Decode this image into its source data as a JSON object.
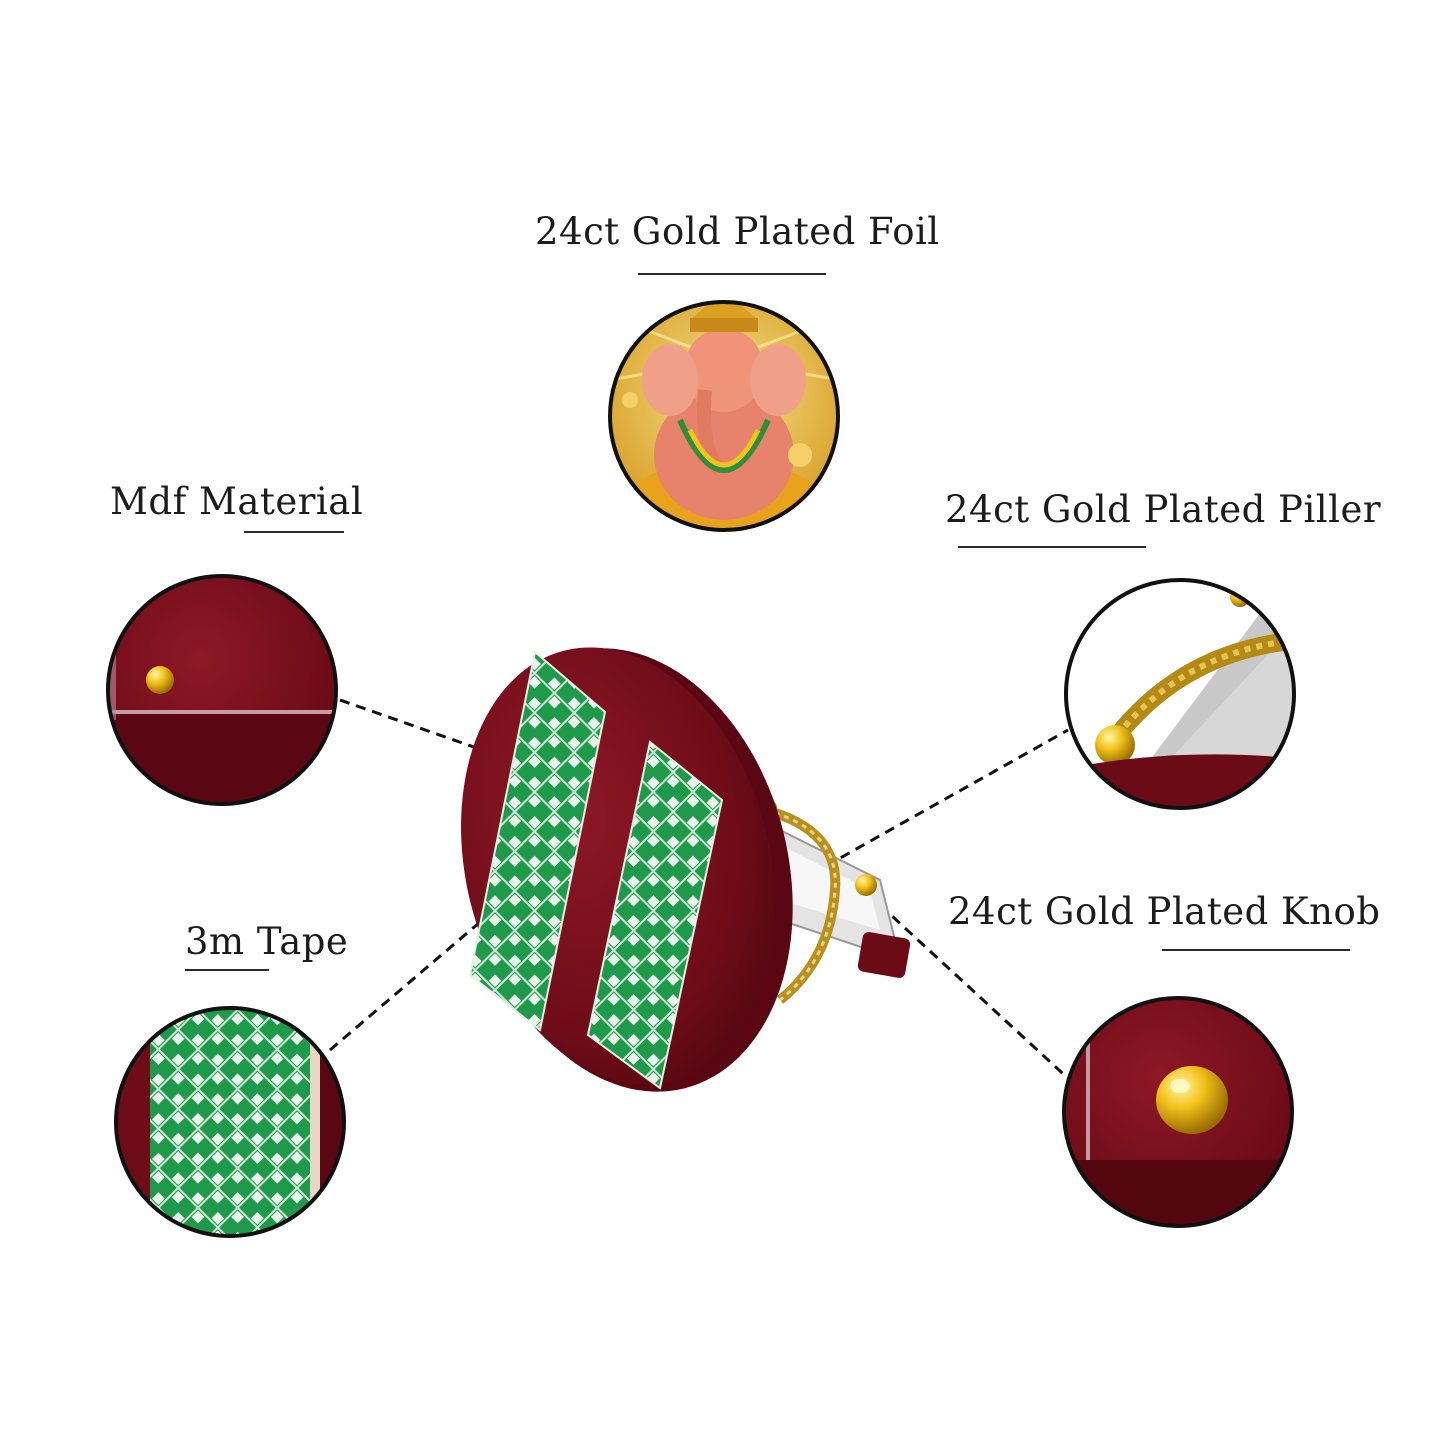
{
  "features": {
    "foil": "24ct Gold Plated Foil",
    "mdf": "Mdf Material",
    "piller": "24ct Gold Plated Piller",
    "tape": "3m Tape",
    "knob": "24ct Gold Plated Knob"
  },
  "colors": {
    "wood": "#7a0f1c",
    "wood_dark": "#4e0711",
    "tape_green": "#1f9a4a",
    "gold": "#d4a017"
  },
  "icons": [
    "ganesha-image",
    "gold-knob-icon",
    "gold-rope-icon",
    "tape-pattern-icon"
  ]
}
